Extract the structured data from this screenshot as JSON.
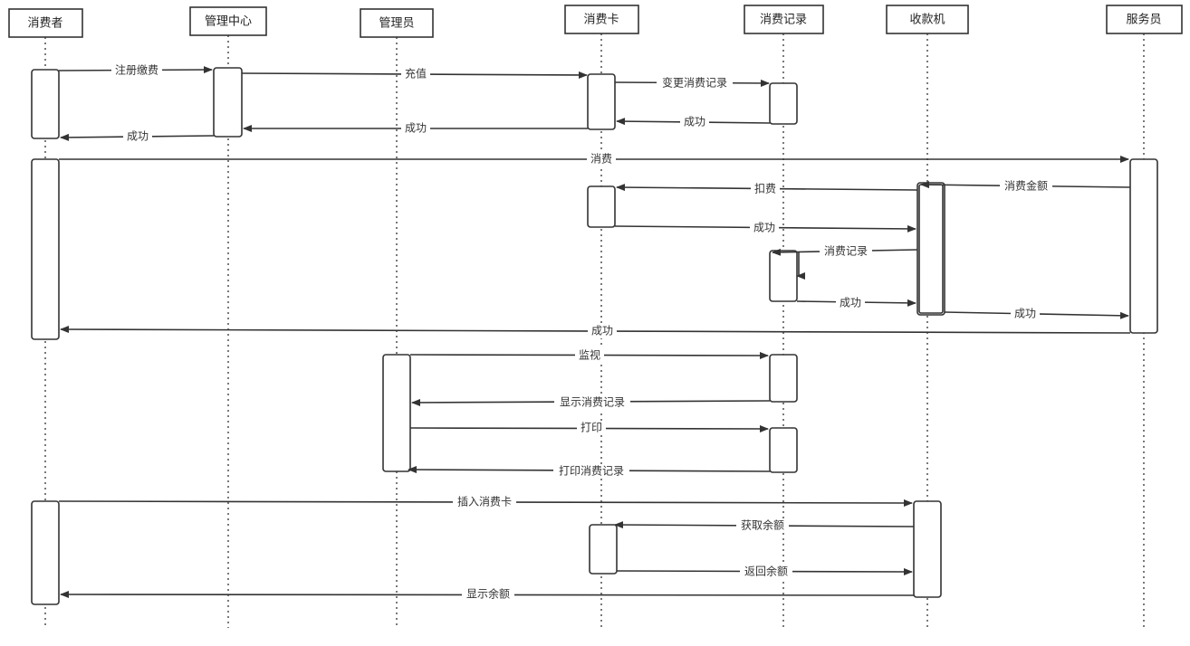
{
  "actors": [
    {
      "id": "consumer",
      "label": "消费者"
    },
    {
      "id": "center",
      "label": "管理中心"
    },
    {
      "id": "admin",
      "label": "管理员"
    },
    {
      "id": "card",
      "label": "消费卡"
    },
    {
      "id": "record",
      "label": "消费记录"
    },
    {
      "id": "register",
      "label": "收款机"
    },
    {
      "id": "clerk",
      "label": "服务员"
    }
  ],
  "messages": [
    {
      "from": "consumer",
      "to": "center",
      "label": "注册缴费"
    },
    {
      "from": "center",
      "to": "card",
      "label": "充值"
    },
    {
      "from": "card",
      "to": "record",
      "label": "变更消费记录"
    },
    {
      "from": "record",
      "to": "card",
      "label": "成功"
    },
    {
      "from": "card",
      "to": "center",
      "label": "成功"
    },
    {
      "from": "center",
      "to": "consumer",
      "label": "成功"
    },
    {
      "from": "consumer",
      "to": "clerk",
      "label": "消费"
    },
    {
      "from": "clerk",
      "to": "register",
      "label": "消费金额"
    },
    {
      "from": "register",
      "to": "card",
      "label": "扣费"
    },
    {
      "from": "card",
      "to": "register",
      "label": "成功"
    },
    {
      "from": "register",
      "to": "record",
      "label": "消费记录"
    },
    {
      "from": "record",
      "to": "register",
      "label": "成功"
    },
    {
      "from": "register",
      "to": "clerk",
      "label": "成功"
    },
    {
      "from": "clerk",
      "to": "consumer",
      "label": "成功"
    },
    {
      "from": "admin",
      "to": "record",
      "label": "监视"
    },
    {
      "from": "record",
      "to": "admin",
      "label": "显示消费记录"
    },
    {
      "from": "admin",
      "to": "record",
      "label": "打印"
    },
    {
      "from": "record",
      "to": "admin",
      "label": "打印消费记录"
    },
    {
      "from": "consumer",
      "to": "register",
      "label": "插入消费卡"
    },
    {
      "from": "register",
      "to": "card",
      "label": "获取余额"
    },
    {
      "from": "card",
      "to": "register",
      "label": "返回余额"
    },
    {
      "from": "register",
      "to": "consumer",
      "label": "显示余额"
    }
  ]
}
